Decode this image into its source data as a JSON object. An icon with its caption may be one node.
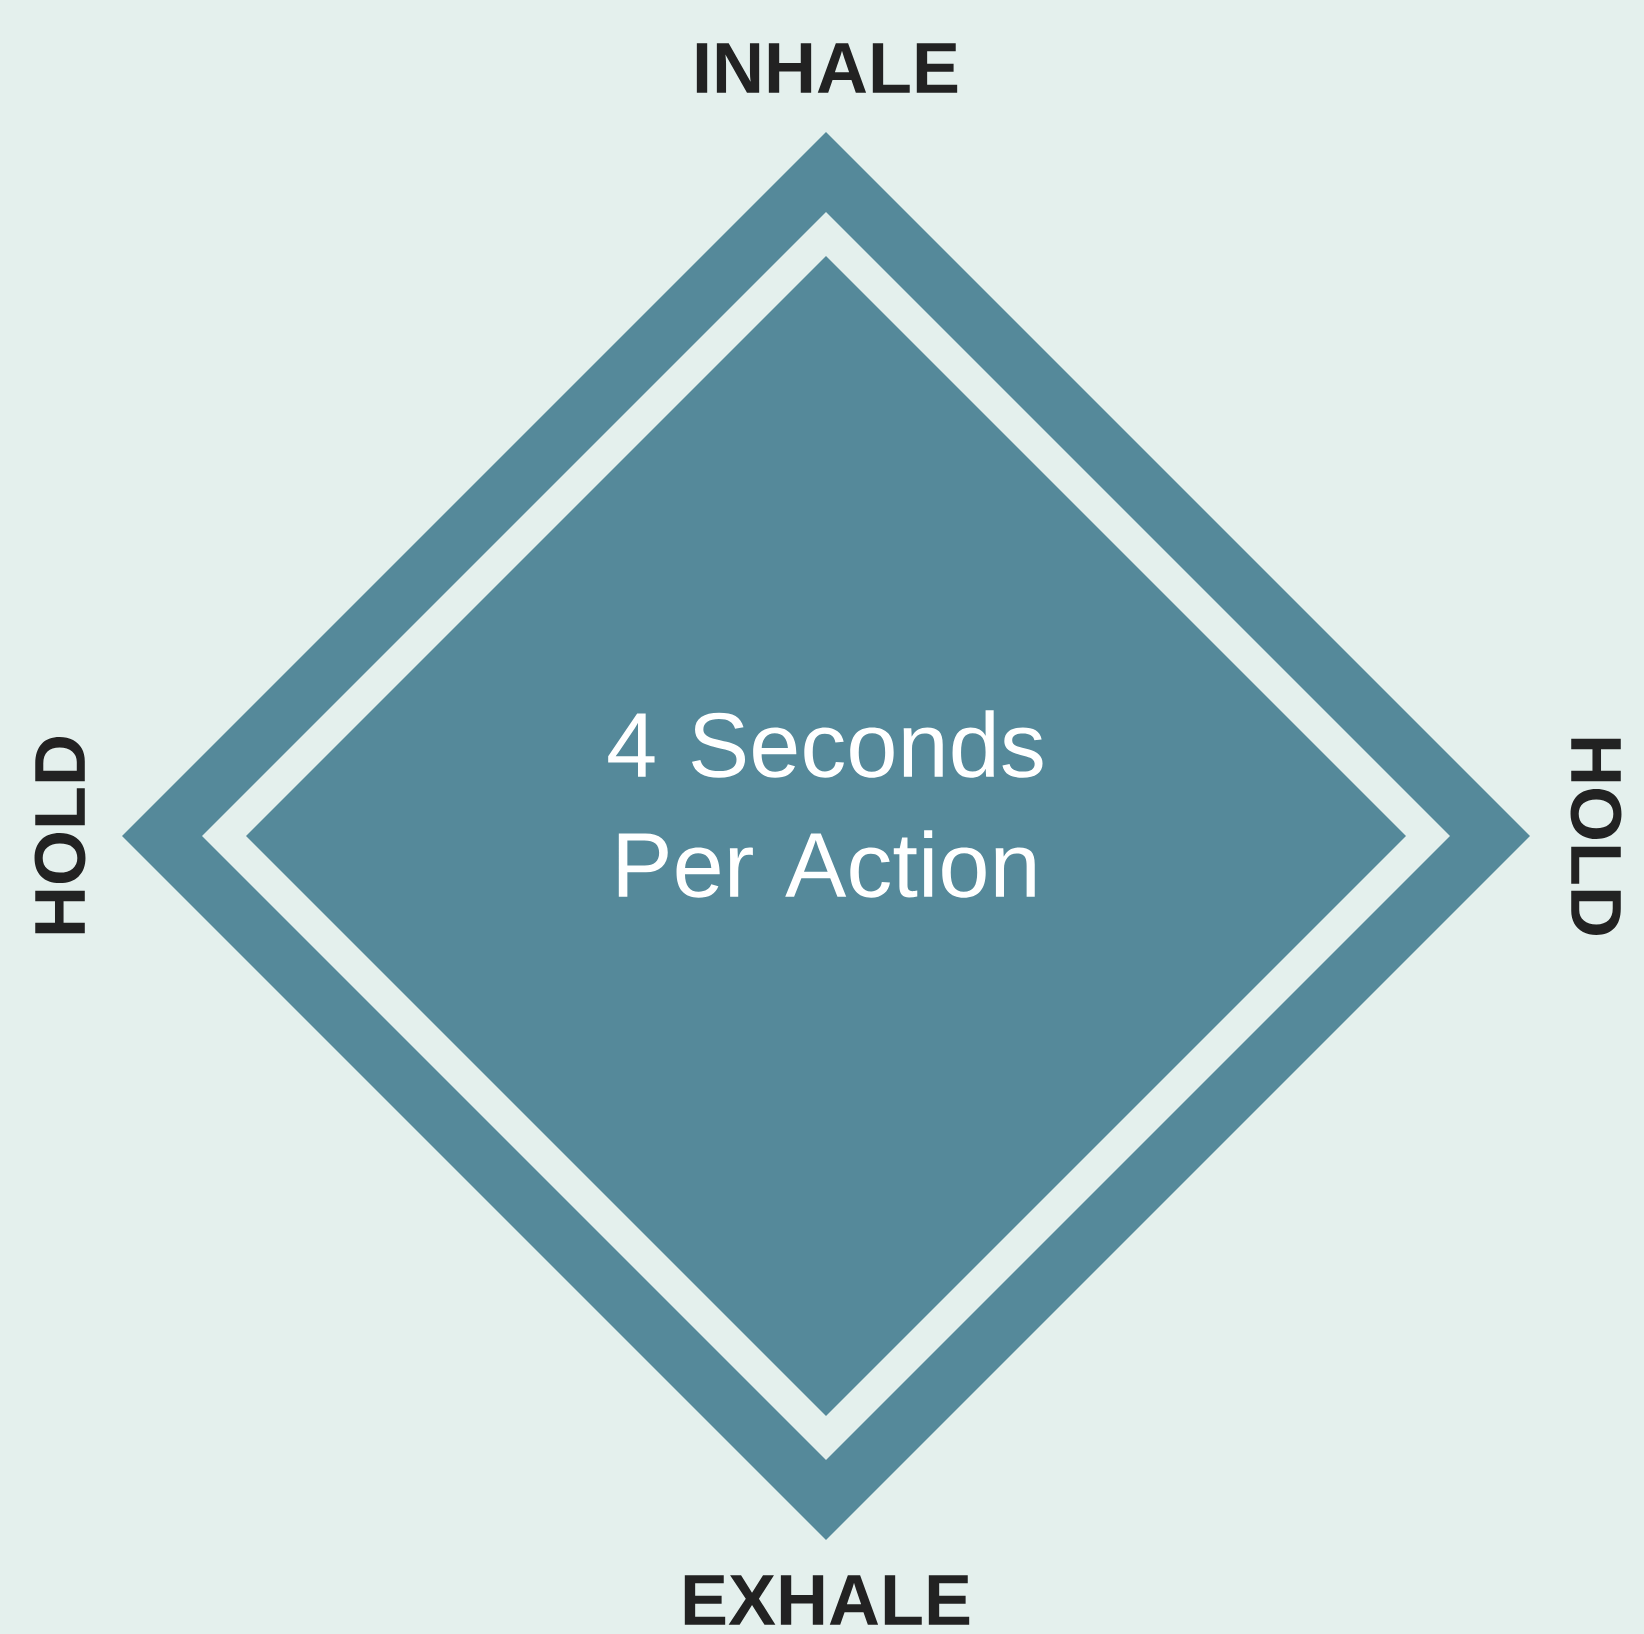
{
  "diagram": {
    "nodes": [
      {
        "text": [
          "4 Seconds Per Action"
        ]
      }
    ],
    "labels": [
      "INHALE",
      "HOLD",
      "HOLD",
      "EXHALE"
    ]
  }
}
